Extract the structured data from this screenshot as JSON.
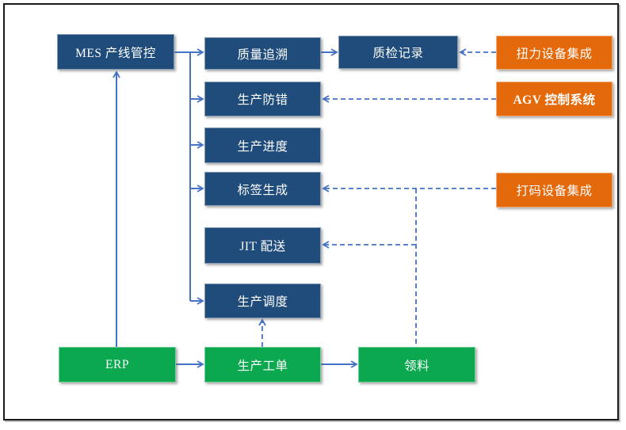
{
  "diagram": {
    "colors": {
      "mes_blue": "#1F4C7A",
      "erp_green": "#0BA84F",
      "device_orange": "#E4690B",
      "connector_blue": "#4472C4"
    },
    "nodes": {
      "mes": "MES 产线管控",
      "quality_trace": "质量追溯",
      "inspection_record": "质检记录",
      "torque_integration": "扭力设备集成",
      "error_proofing": "生产防错",
      "agv_control": "AGV 控制系统",
      "production_progress": "生产进度",
      "label_generation": "标签生成",
      "coding_integration": "打码设备集成",
      "jit_delivery": "JIT 配送",
      "production_scheduling": "生产调度",
      "erp": "ERP",
      "work_order": "生产工单",
      "material_picking": "领料"
    },
    "edges": [
      {
        "from": "mes",
        "to": "quality_trace",
        "style": "solid"
      },
      {
        "from": "mes",
        "to": "error_proofing",
        "style": "solid"
      },
      {
        "from": "mes",
        "to": "production_progress",
        "style": "solid"
      },
      {
        "from": "mes",
        "to": "label_generation",
        "style": "solid"
      },
      {
        "from": "mes",
        "to": "production_scheduling",
        "style": "solid"
      },
      {
        "from": "erp",
        "to": "mes",
        "style": "solid"
      },
      {
        "from": "erp",
        "to": "work_order",
        "style": "solid"
      },
      {
        "from": "work_order",
        "to": "material_picking",
        "style": "solid"
      },
      {
        "from": "quality_trace",
        "to": "inspection_record",
        "style": "solid"
      },
      {
        "from": "work_order",
        "to": "production_scheduling",
        "style": "dashed"
      },
      {
        "from": "torque_integration",
        "to": "inspection_record",
        "style": "dashed"
      },
      {
        "from": "agv_control",
        "to": "error_proofing",
        "style": "dashed"
      },
      {
        "from": "coding_integration",
        "to": "label_generation",
        "style": "dashed"
      },
      {
        "from": "material_picking",
        "to": "label_generation",
        "style": "dashed"
      },
      {
        "from": "material_picking",
        "to": "jit_delivery",
        "style": "dashed"
      }
    ]
  }
}
